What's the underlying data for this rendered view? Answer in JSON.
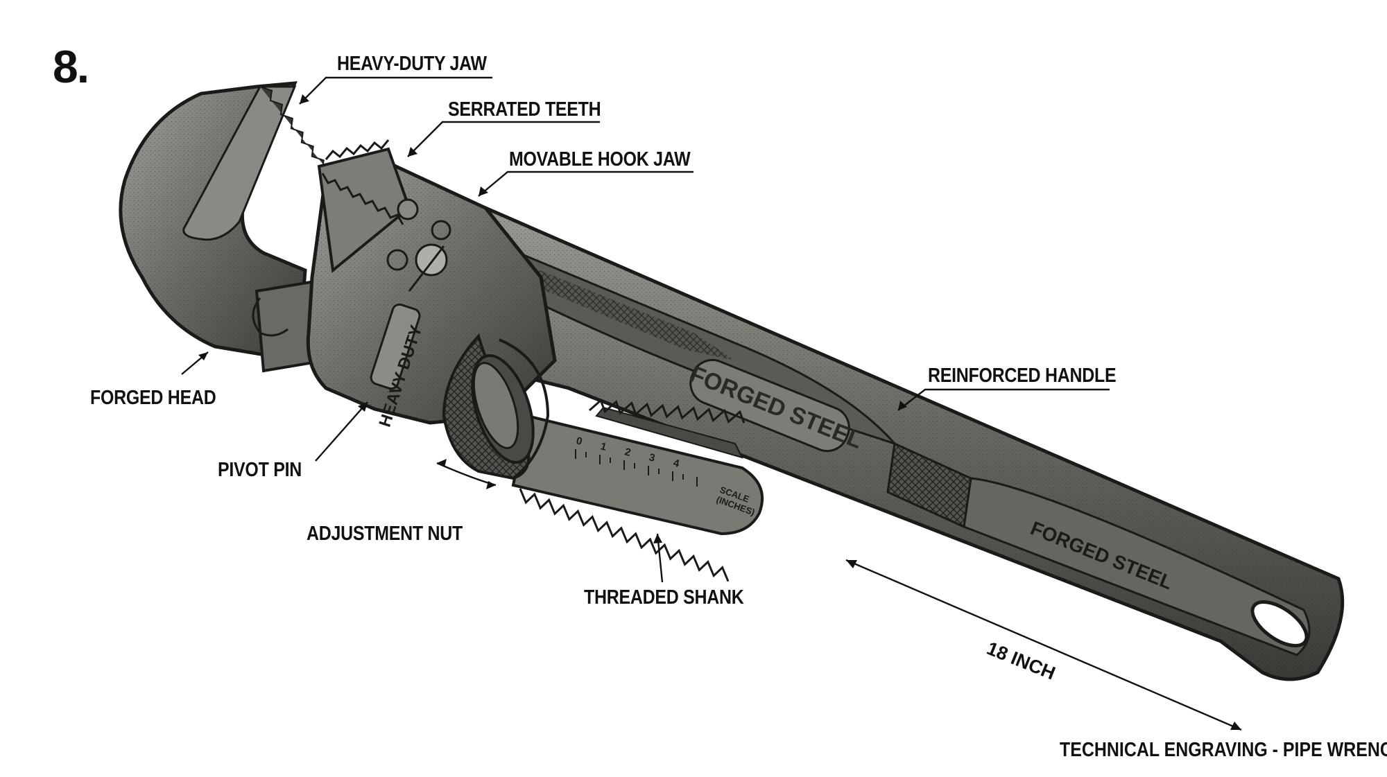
{
  "figure_number": "8.",
  "labels": {
    "heavy_duty_jaw": "HEAVY-DUTY JAW",
    "serrated_teeth": "SERRATED TEETH",
    "movable_hook_jaw": "MOVABLE HOOK JAW",
    "forged_head": "FORGED HEAD",
    "reinforced_handle": "REINFORCED HANDLE",
    "pivot_pin": "PIVOT PIN",
    "adjustment_nut": "ADJUSTMENT NUT",
    "threaded_shank": "THREADED SHANK"
  },
  "dimension": "18 INCH",
  "engravings": {
    "heavy_duty": "HEAVY DUTY",
    "forged_steel_upper": "FORGED STEEL",
    "forged_steel_lower": "FORGED STEEL",
    "scale_line1": "SCALE",
    "scale_line2": "(INCHES)",
    "scale_ticks": [
      "0",
      "1",
      "2",
      "3",
      "4"
    ]
  },
  "footer": "TECHNICAL ENGRAVING - PIPE WRENCH",
  "colors": {
    "steel_dark": "#3a3a38",
    "steel_mid": "#6f6e6a",
    "steel_light": "#b4b2ac",
    "outline": "#1a1a18",
    "ink": "#111111"
  }
}
